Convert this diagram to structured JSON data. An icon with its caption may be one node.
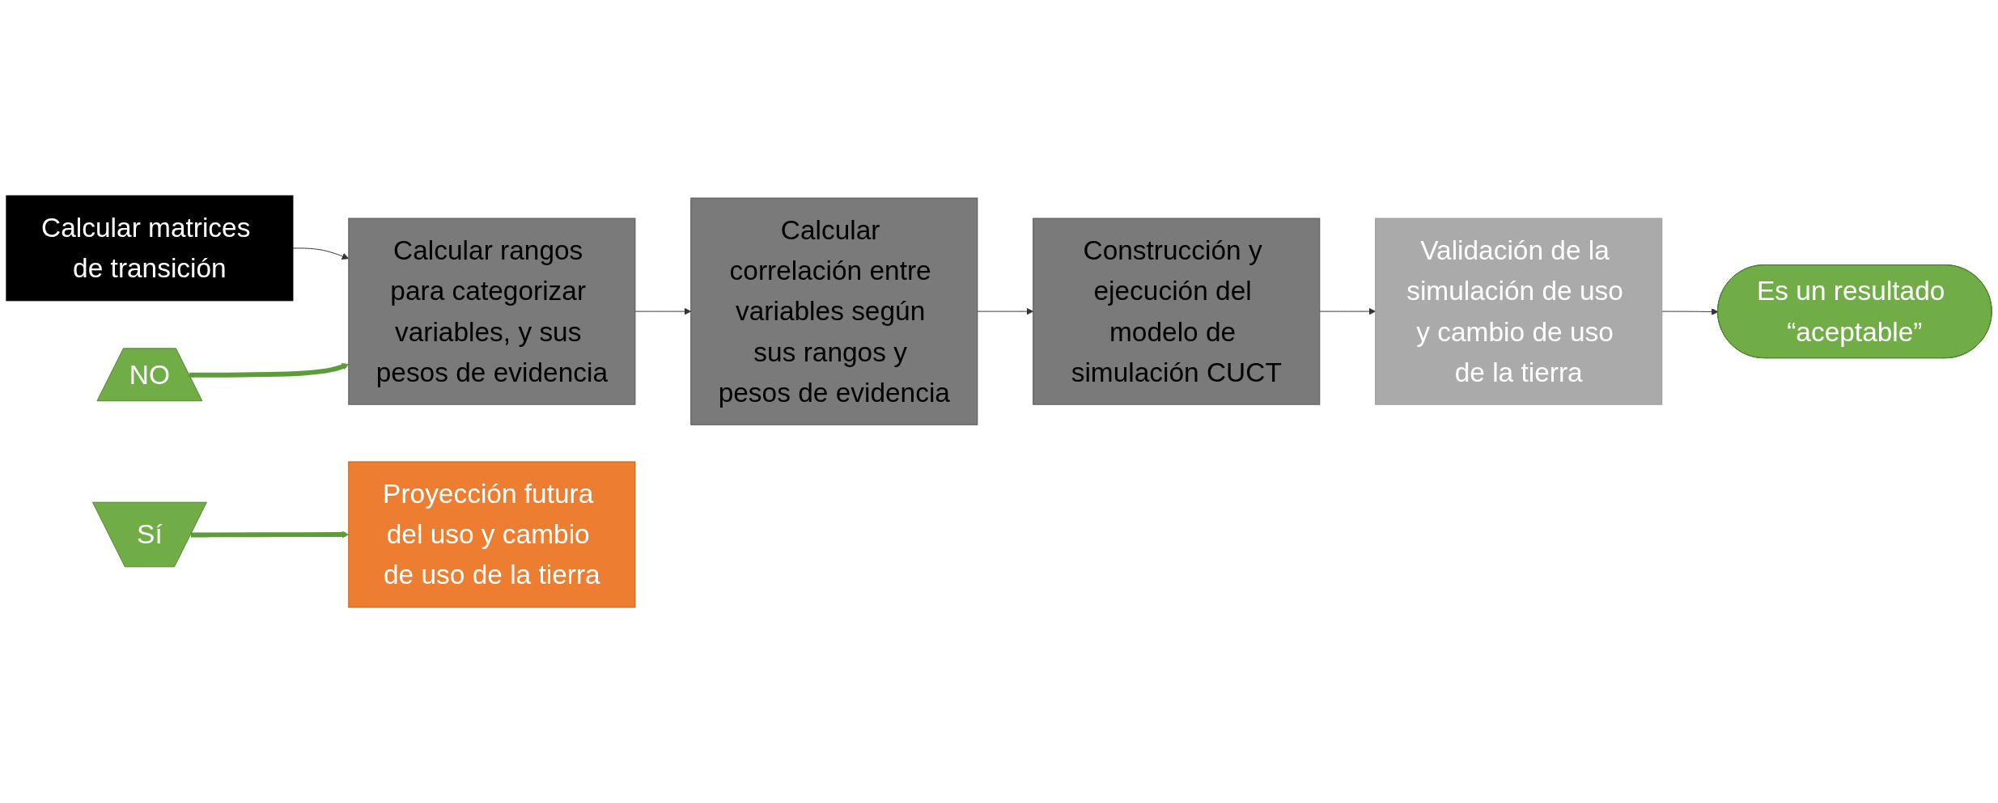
{
  "diagram": {
    "nodes": [
      {
        "text": [
          "Calcular matrices de transición"
        ]
      },
      {
        "text": [
          "Calcular rangos para categorizar variables, y sus pesos de evidencia"
        ]
      },
      {
        "text": [
          "Calcular correlación entre variables según sus rangos y pesos de evidencia"
        ]
      },
      {
        "text": [
          "Construcción y ejecución del modelo de simulación CUCT"
        ]
      },
      {
        "text": [
          "Validación de la simulación de uso y cambio de uso de la tierra"
        ]
      },
      {
        "text": [
          "Es un resultado “aceptable”"
        ]
      },
      {
        "text": [
          "NO"
        ]
      },
      {
        "text": [
          "Sí"
        ]
      },
      {
        "text": [
          "Proyección futura del uso y cambio de uso de la tierra"
        ]
      }
    ],
    "edges": [
      {
        "from": 0,
        "to": 1,
        "arrow": "to"
      },
      {
        "from": 1,
        "to": 2,
        "arrow": "to"
      },
      {
        "from": 2,
        "to": 3,
        "arrow": "to"
      },
      {
        "from": 3,
        "to": 4,
        "arrow": "to"
      },
      {
        "from": 4,
        "to": 5,
        "arrow": "to"
      },
      {
        "from": 6,
        "to": 1,
        "arrow": "to",
        "style": "thick",
        "color": "#5e9b3a"
      },
      {
        "from": 7,
        "to": 8,
        "arrow": "to",
        "style": "thick",
        "color": "#5e9b3a"
      }
    ]
  }
}
